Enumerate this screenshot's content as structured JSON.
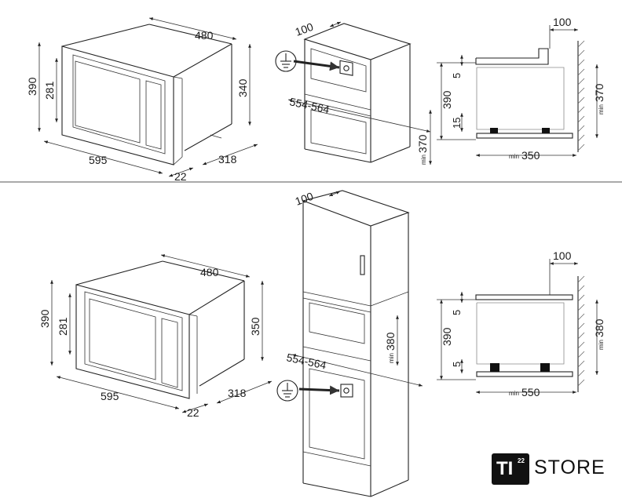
{
  "top": {
    "oven": {
      "width_top": "480",
      "height_outer": "390",
      "height_inner": "281",
      "height_back": "340",
      "width_front": "595",
      "depth": "318",
      "lip": "22"
    },
    "cabinet": {
      "depth": "100",
      "width_range": "554-564",
      "min_label": "min",
      "height": "370"
    },
    "section": {
      "top_offset": "100",
      "total": "390",
      "gap_top": "5",
      "gap_bottom": "15",
      "min_label": "min",
      "height": "370",
      "depth": "350"
    }
  },
  "bottom": {
    "oven": {
      "width_top": "480",
      "height_outer": "390",
      "height_inner": "281",
      "height_back": "350",
      "width_front": "595",
      "depth": "318",
      "lip": "22"
    },
    "cabinet": {
      "depth": "100",
      "width_range": "554-564",
      "min_label": "min",
      "height": "380"
    },
    "section": {
      "top_offset": "100",
      "total": "390",
      "gap_top": "5",
      "gap_bottom": "5",
      "min_label": "min",
      "height": "380",
      "depth": "550"
    }
  },
  "logo": {
    "mark": "TI",
    "superscript": "22",
    "word": "STORE"
  },
  "icons": {
    "ground": "ground-symbol-icon",
    "arrow": "arrow-icon"
  }
}
